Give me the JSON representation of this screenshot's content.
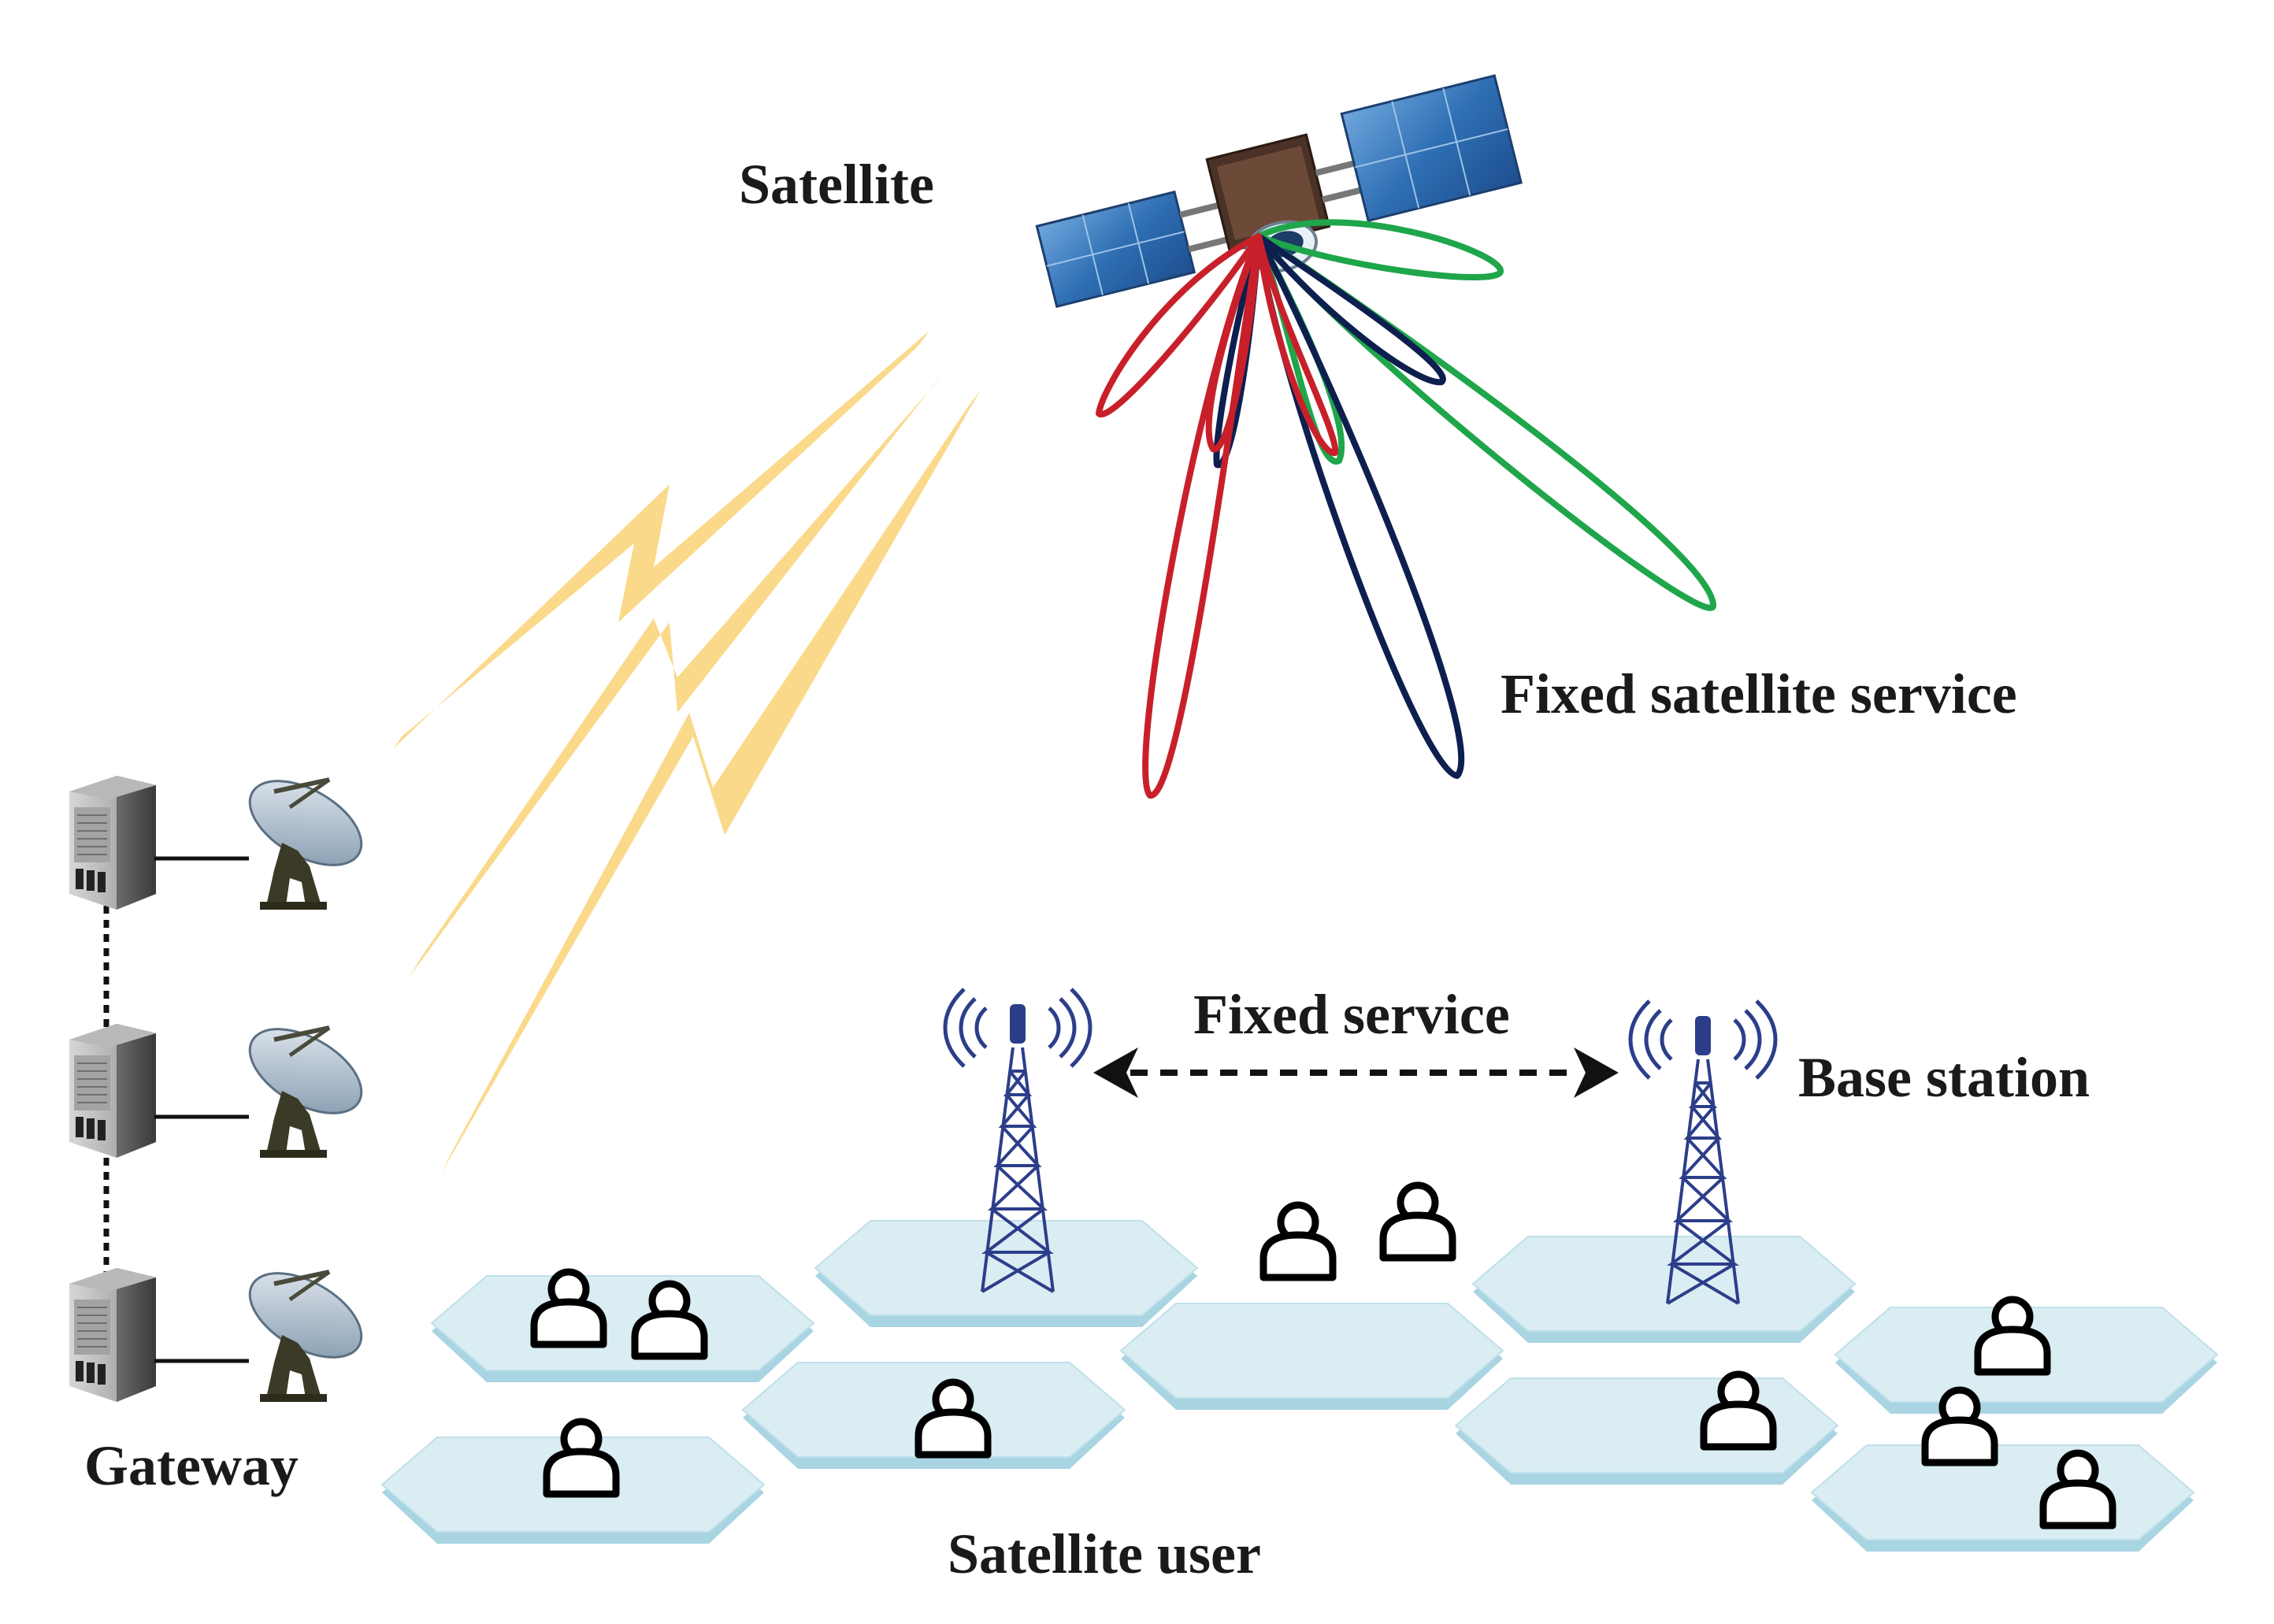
{
  "labels": {
    "satellite": "Satellite",
    "fixed_satellite_service": "Fixed satellite service",
    "fixed_service": "Fixed service",
    "base_station": "Base station",
    "gateway": "Gateway",
    "satellite_user": "Satellite user"
  },
  "colors": {
    "beam_red": "#c8202a",
    "beam_navy": "#0d1f4f",
    "beam_green": "#1fa64a",
    "lightning": "#fbd98a",
    "cell_top": "#d9edf3",
    "cell_side": "#a9d4e2",
    "tower": "#2c3e8a",
    "panel": "#2f6fb3"
  },
  "icons": {
    "satellite": "satellite-icon",
    "gateway_server": "server-icon",
    "gateway_dish": "dish-antenna-icon",
    "base_station": "radio-tower-icon",
    "user": "user-icon",
    "link": "lightning-icon",
    "arrow": "double-arrow-icon"
  }
}
